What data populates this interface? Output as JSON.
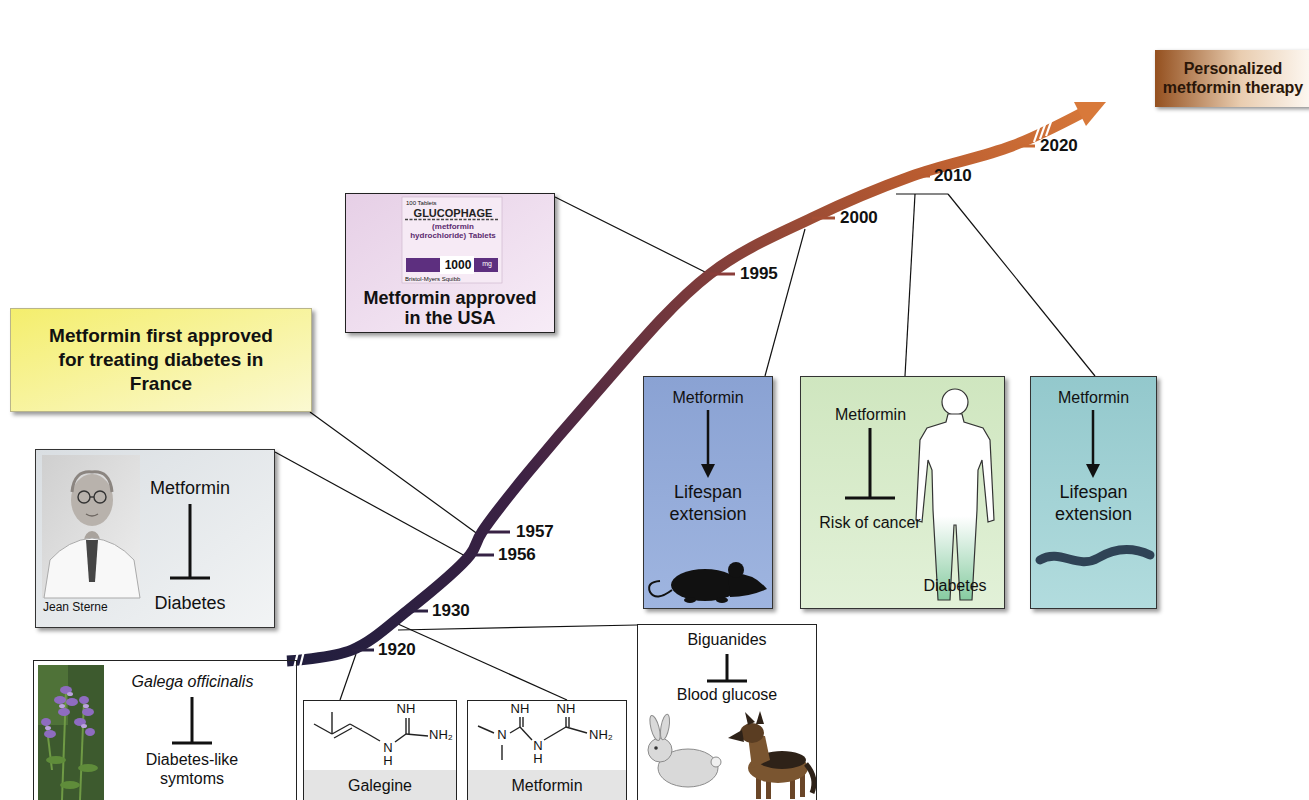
{
  "diagram": {
    "nodes": [
      {
        "text": [
          "Personalized metformin therapy"
        ]
      },
      {
        "text": [
          "Metformin approved in the USA"
        ]
      },
      {
        "text": [
          "100 Tablets",
          "GLUCOPHAGE",
          "(metformin hydrochloride) Tablets",
          "1000",
          "mg",
          "Bristol-Myers Squibb"
        ],
        "in": 1
      },
      {
        "text": [
          "Metformin first approved for treating diabetes in France"
        ]
      },
      {
        "text": [
          "Metformin",
          "Diabetes",
          "Jean Sterne"
        ]
      },
      {
        "text": [
          "Metformin",
          "Lifespan extension"
        ]
      },
      {
        "text": [
          "Metformin",
          "Risk of cancer",
          "Diabetes"
        ]
      },
      {
        "text": [
          "Metformin",
          "Lifespan extension"
        ]
      },
      {
        "text": [
          "Galega officinalis",
          "Diabetes-like symtoms"
        ]
      },
      {
        "text": [
          "Galegine"
        ]
      },
      {
        "text": [
          "Metformin"
        ]
      },
      {
        "text": [
          "Biguanides",
          "Blood glucose"
        ]
      }
    ],
    "labels": [
      "1920",
      "1930",
      "1956",
      "1957",
      "1995",
      "2000",
      "2010",
      "2020",
      "NH",
      "NH₂",
      "N",
      "H",
      "NH",
      "NH",
      "N",
      "N",
      "H",
      "NH₂"
    ]
  }
}
